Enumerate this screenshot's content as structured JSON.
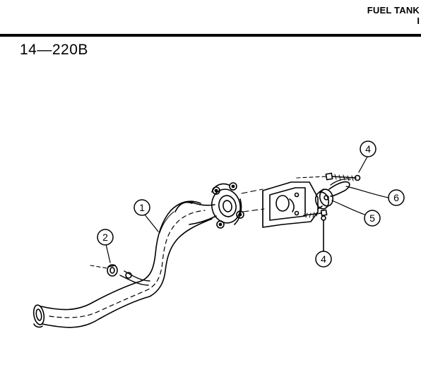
{
  "header": {
    "title": "FUEL TANK",
    "sub": "I"
  },
  "figure": {
    "id": "14—220B"
  },
  "callouts": [
    "1",
    "2",
    "4",
    "4",
    "5",
    "6"
  ]
}
